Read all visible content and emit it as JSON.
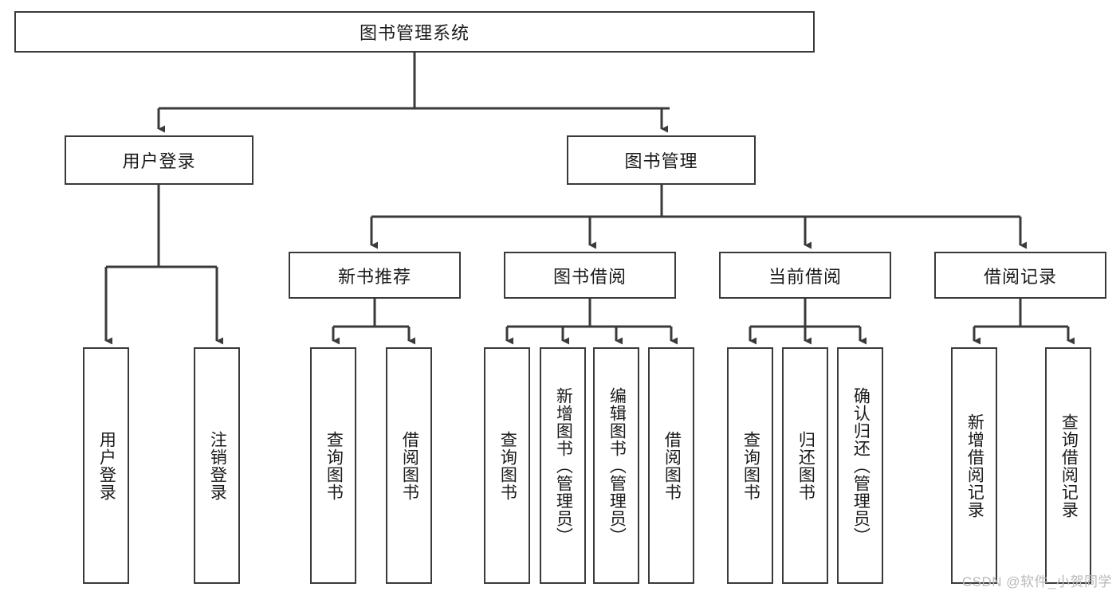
{
  "diagram": {
    "type": "tree",
    "title": "图书管理系统",
    "watermark": "CSDN @软件_小贺同学",
    "edge_color": "#3a3a3a",
    "box_border_color": "#3a3a3a",
    "box_fill": "#ffffff",
    "text_color": "#1a1a1a",
    "root": {
      "label": "图书管理系统"
    },
    "level2": [
      {
        "label": "用户登录"
      },
      {
        "label": "图书管理"
      }
    ],
    "level3": [
      {
        "label": "新书推荐"
      },
      {
        "label": "图书借阅"
      },
      {
        "label": "当前借阅"
      },
      {
        "label": "借阅记录"
      }
    ],
    "leaves": {
      "user_login": [
        {
          "label": "用户登录"
        },
        {
          "label": "注销登录"
        }
      ],
      "new_book_recommend": [
        {
          "label": "查询图书"
        },
        {
          "label": "借阅图书"
        }
      ],
      "book_borrow": [
        {
          "label": "查询图书"
        },
        {
          "label": "新增图书（管理员）"
        },
        {
          "label": "编辑图书（管理员）"
        },
        {
          "label": "借阅图书"
        }
      ],
      "current_borrow": [
        {
          "label": "查询图书"
        },
        {
          "label": "归还图书"
        },
        {
          "label": "确认归还（管理员）"
        }
      ],
      "borrow_record": [
        {
          "label": "新增借阅记录"
        },
        {
          "label": "查询借阅记录"
        }
      ]
    }
  }
}
